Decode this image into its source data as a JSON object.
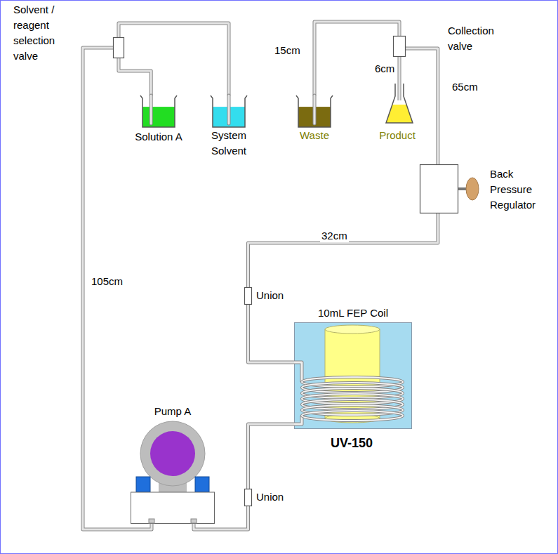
{
  "diagram": {
    "nodes": [
      {
        "text": [
          "Solvent / reagent selection valve"
        ]
      },
      {
        "text": [
          "Solution A"
        ]
      },
      {
        "text": [
          "System Solvent"
        ]
      },
      {
        "text": [
          "Waste"
        ]
      },
      {
        "text": [
          "Collection valve"
        ]
      },
      {
        "text": [
          "Product"
        ]
      },
      {
        "text": [
          "Back Pressure Regulator"
        ]
      },
      {
        "text": [
          "Union"
        ]
      },
      {
        "text": [
          "10mL FEP Coil",
          "UV-150"
        ]
      },
      {
        "text": [
          "Pump A"
        ]
      },
      {
        "text": [
          "Union"
        ]
      }
    ],
    "edges": [
      {
        "from": 1,
        "to": 0,
        "arrow": "none"
      },
      {
        "from": 2,
        "to": 0,
        "arrow": "none"
      },
      {
        "from": 0,
        "to": 9,
        "label": "105cm",
        "arrow": "none"
      },
      {
        "from": 9,
        "to": 10,
        "arrow": "none"
      },
      {
        "from": 10,
        "to": 8,
        "arrow": "none"
      },
      {
        "from": 8,
        "to": 7,
        "arrow": "none"
      },
      {
        "from": 7,
        "to": 6,
        "label": "32cm",
        "arrow": "none"
      },
      {
        "from": 6,
        "to": 4,
        "label": "65cm",
        "arrow": "none"
      },
      {
        "from": 4,
        "to": 3,
        "label": "15cm",
        "arrow": "none"
      },
      {
        "from": 4,
        "to": 5,
        "label": "6cm",
        "arrow": "none"
      }
    ]
  }
}
